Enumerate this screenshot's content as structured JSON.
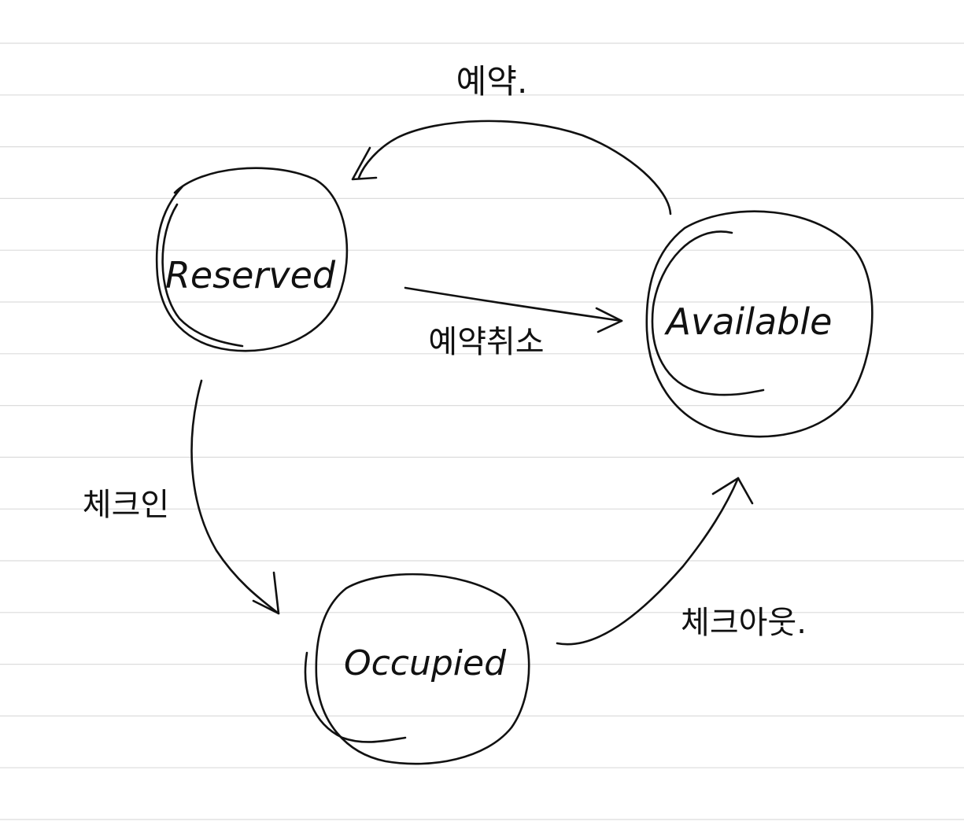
{
  "states": {
    "reserved": "Reserved",
    "available": "Available",
    "occupied": "Occupied"
  },
  "transitions": {
    "available_to_reserved": "예약.",
    "reserved_to_available": "예약취소",
    "reserved_to_occupied": "체크인",
    "occupied_to_available": "체크아웃."
  },
  "colors": {
    "ink": "#111111",
    "ruled_lines": "#dcdcdc",
    "paper": "#ffffff"
  }
}
